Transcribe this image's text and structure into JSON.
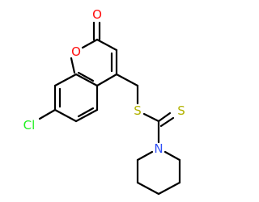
{
  "molecule": {
    "atoms": {
      "o_carbonyl": {
        "symbol": "O",
        "color": "#ff0d0d"
      },
      "o_ring": {
        "symbol": "O",
        "color": "#ff0d0d"
      },
      "cl": {
        "symbol": "Cl",
        "color": "#1ff01f"
      },
      "s_thioether": {
        "symbol": "S",
        "color": "#b2b200"
      },
      "s_thione": {
        "symbol": "S",
        "color": "#b2b200"
      },
      "n_piperidine": {
        "symbol": "N",
        "color": "#3050f8"
      }
    },
    "bond_color": "#000000"
  }
}
